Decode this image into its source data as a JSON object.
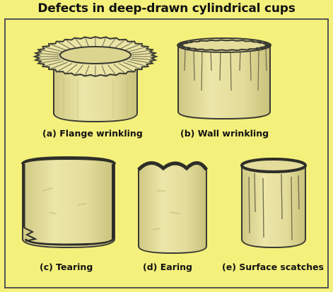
{
  "title": "Defects in deep-drawn cylindrical cups",
  "captions": {
    "a": "(a) Flange wrinkling",
    "b": "(b) Wall wrinkling",
    "c": "(c) Tearing",
    "d": "(d) Earing",
    "e": "(e) Surface scatches"
  },
  "colors": {
    "background": "#f4f07c",
    "cup_fill": "#e9e3a2",
    "cup_shade": "#d3cc86",
    "outline": "#3a3a32"
  }
}
